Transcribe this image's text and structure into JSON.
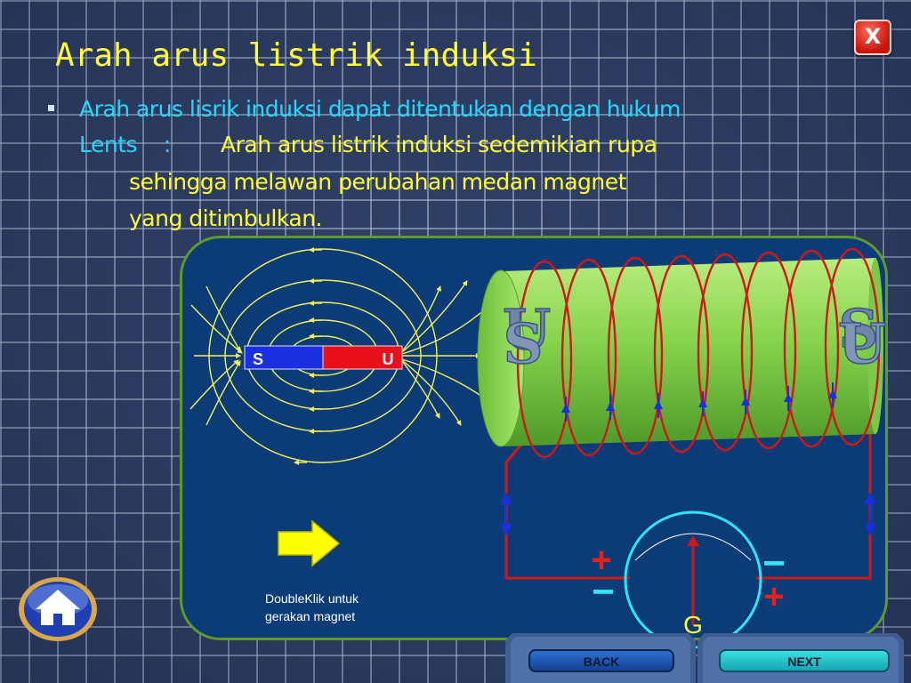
{
  "slide": {
    "title": "Arah arus listrik induksi",
    "bullet_line1": "Arah arus lisrik induksi dapat ditentukan dengan hukum",
    "bullet_lents": "Lents    :",
    "bullet_line2_rest": "Arah arus listrik induksi sedemikian rupa",
    "bullet_line3": "sehingga melawan perubahan medan magnet",
    "bullet_line4": "yang ditimbulkan."
  },
  "diagram": {
    "magnet_left_pole": "S",
    "magnet_right_pole": "U",
    "coil_left_label_back": "U",
    "coil_left_label_front": "S",
    "coil_right_label_back": "S",
    "coil_right_label_front": "U",
    "galvanometer_label": "G",
    "plus_symbol": "+",
    "minus_symbol": "−",
    "hint_line1": "DoubleKlik  untuk",
    "hint_line2": "gerakan magnet"
  },
  "buttons": {
    "close_label": "X",
    "back_label": "BACK",
    "next_label": "NEXT"
  },
  "icons": {
    "home": "home-icon",
    "close": "close-icon",
    "move_arrow": "arrow-right-icon"
  },
  "colors": {
    "title": "#ffff33",
    "bullet_text": "#22d8ff",
    "panel_bg": "#0b3c77",
    "wire": "#d01818",
    "field_lines": "#f2f25a",
    "coil_body": "#84d24a",
    "magnet_north": "#e8101a",
    "magnet_south": "#1a2fe0",
    "meter_ring": "#2ee6f0"
  }
}
